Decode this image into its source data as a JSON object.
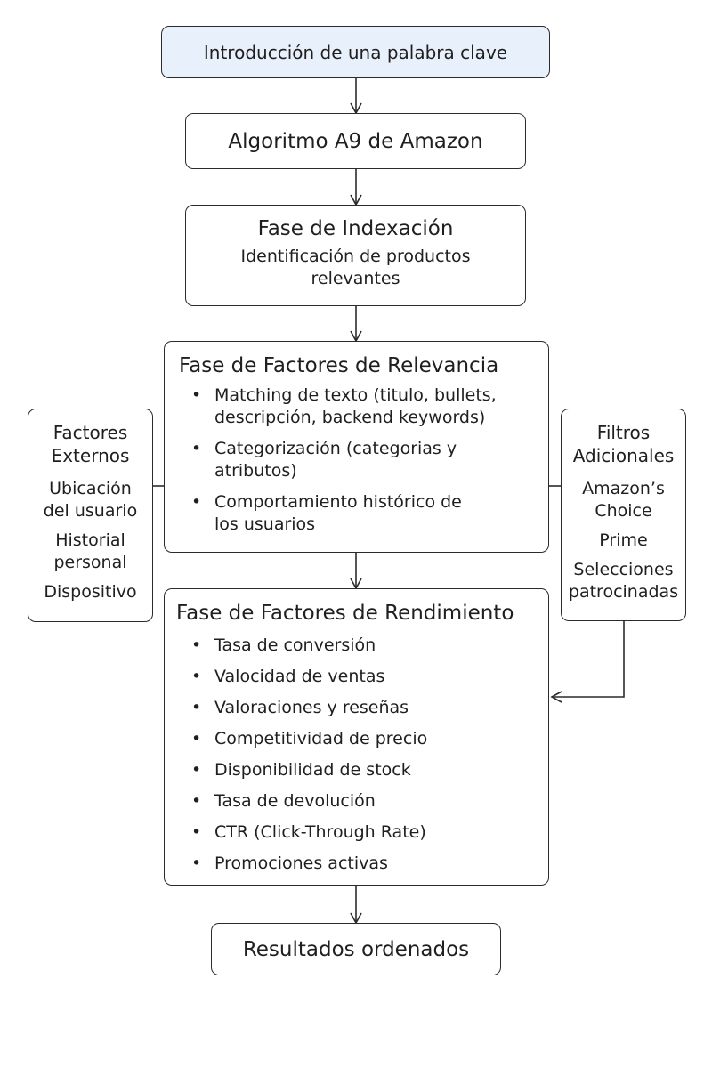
{
  "flow": {
    "input": "Introducción de una palabra clave",
    "algorithm": "Algoritmo A9 de Amazon",
    "indexing": {
      "title": "Fase de Indexación",
      "subtitle": [
        "Identificación de productos",
        "relevantes"
      ]
    },
    "relevance": {
      "title": "Fase de Factores de Relevancia",
      "items": [
        [
          "Matching de texto (titulo, bullets,",
          "descripción, backend keywords)"
        ],
        [
          "Categorización (categorias y",
          "atributos)"
        ],
        [
          "Comportamiento histórico de",
          "los usuarios"
        ]
      ]
    },
    "performance": {
      "title": "Fase de Factores de Rendimiento",
      "items": [
        "Tasa de conversión",
        "Valocidad de ventas",
        "Valoraciones y reseñas",
        "Competitividad de precio",
        "Disponibilidad de stock",
        "Tasa de devolución",
        "CTR (Click-Through Rate)",
        "Promociones activas"
      ]
    },
    "results": "Resultados ordenados"
  },
  "external": {
    "title": [
      "Factores",
      "Externos"
    ],
    "items": [
      [
        "Ubicación",
        "del usuario"
      ],
      [
        "Historial",
        "personal"
      ],
      [
        "Dispositivo"
      ]
    ]
  },
  "filters": {
    "title": [
      "Filtros",
      "Adicionales"
    ],
    "items": [
      [
        "Amazon’s",
        "Choice"
      ],
      [
        "Prime"
      ],
      [
        "Selecciones",
        "patrocinadas"
      ]
    ]
  },
  "colors": {
    "input_fill": "#e8f0fb",
    "border": "#2b2b2b",
    "text": "#1f1f1f"
  }
}
